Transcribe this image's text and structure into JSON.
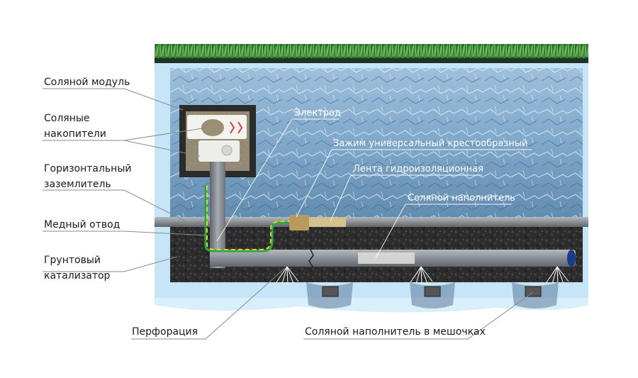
{
  "labels_left": {
    "salt_module": "Соляной модуль",
    "salt_storage_1": "Соляные",
    "salt_storage_2": "накопители",
    "horizontal_1": "Горизонтальный",
    "horizontal_2": "заземлитель",
    "copper": "Медный отвод",
    "catalyst_1": "Грунтовый",
    "catalyst_2": "катализатор"
  },
  "labels_inside": {
    "electrode": "Электрод",
    "clamp": "Зажим универсальный крестообразный",
    "tape": "Лента гидроизоляционная",
    "filler": "Соляной наполнитель"
  },
  "labels_bottom": {
    "perforation": "Перфорация",
    "filler_bags": "Соляной наполнитель в мешочках"
  },
  "colors": {
    "water": "#c6e6f7",
    "soil_ice": "#7ea5c6",
    "dark_soil": "#2e2e2e",
    "pipe": "#8a9096",
    "grass": "#3f8a3a",
    "copper_wire": "#d6d21e",
    "clamp": "#c9b27a",
    "leader": "#8a8a8a"
  }
}
